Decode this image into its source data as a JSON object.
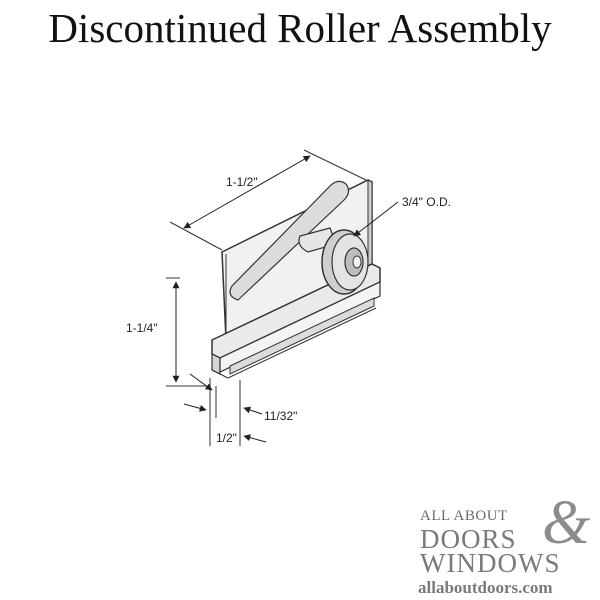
{
  "title": "Discontinued Roller Assembly",
  "dimensions": {
    "width": "1-1/2\"",
    "roller_diameter": "3/4\" O.D.",
    "height": "1-1/4\"",
    "track_gap": "11/32\"",
    "base_width": "1/2\""
  },
  "logo": {
    "line1": "ALL ABOUT",
    "ampersand": "&",
    "line2": "DOORS",
    "line3": "WINDOWS",
    "url": "allaboutdoors.com"
  },
  "colors": {
    "line": "#333333",
    "plate": "#eeeeee",
    "roller": "#cfcfcf",
    "logo": "#7a7a7a"
  }
}
